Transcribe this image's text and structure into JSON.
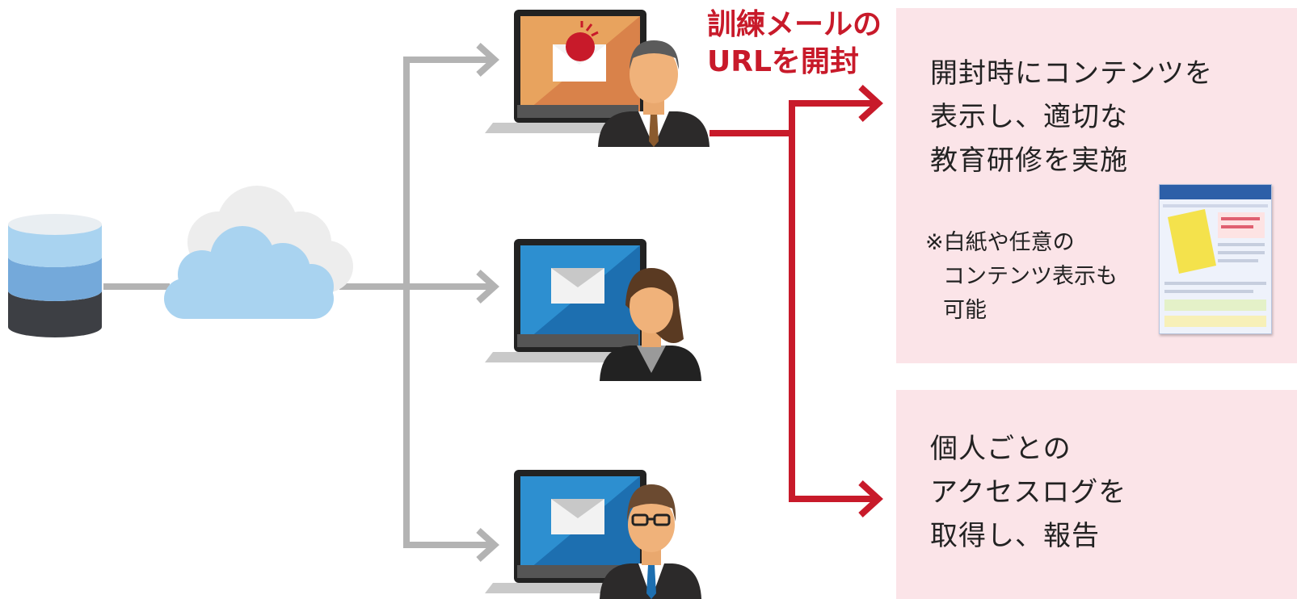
{
  "training_label": {
    "lines": [
      "訓練メールの",
      "URLを開封"
    ]
  },
  "top_panel": {
    "heading_lines": [
      "開封時にコンテンツを",
      "表示し、適切な",
      "教育研修を実施"
    ],
    "note_lines": [
      "※白紙や任意の",
      "コンテンツ表示も",
      "可能"
    ]
  },
  "bottom_panel": {
    "heading_lines": [
      "個人ごとの",
      "アクセスログを",
      "取得し、報告"
    ]
  },
  "icons": [
    "database-icon",
    "cloud-icon",
    "laptop-opened-mail-icon",
    "laptop-mail-icon",
    "businessman-icon",
    "businesswoman-icon",
    "businessman-glasses-icon",
    "flyer-thumbnail-icon",
    "report-documents-icon"
  ],
  "colors": {
    "accent_red": "#c81a2a",
    "connector_gray": "#b3b3b3",
    "panel_pink": "#fbe4e8",
    "screen_blue": "#2d8fd0",
    "screen_orange": "#e8a35e"
  }
}
